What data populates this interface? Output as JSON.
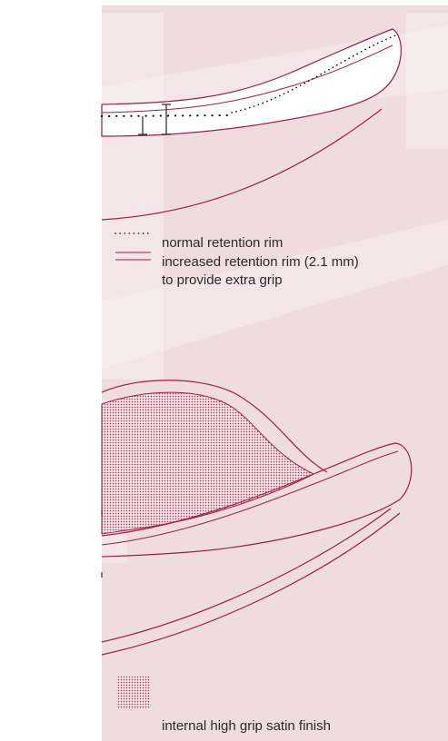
{
  "colors": {
    "panel": "#efdcdf",
    "watermark": "#ece9ea",
    "outline": "#a01c4c",
    "dots": "#111111",
    "text": "#2a2a2a"
  },
  "legend": {
    "normal_rim": "normal retention rim",
    "increased_rim": "increased retention rim (2.1 mm)",
    "increased_rim_line2": "to provide extra grip",
    "satin_finish": "internal high grip satin finish"
  },
  "icons": {
    "normal_rim": "dotted-line-icon",
    "increased_rim": "double-line-icon",
    "satin_finish": "dot-grid-swatch-icon"
  }
}
